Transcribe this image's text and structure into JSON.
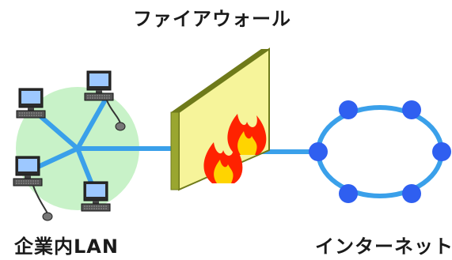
{
  "labels": {
    "firewall": "ファイアウォール",
    "lan": "企業内LAN",
    "internet": "インターネット"
  },
  "colors": {
    "lan_zone": "#c8f2c8",
    "link": "#3aa0ea",
    "node": "#2f5ff0",
    "wall_face": "#f6f49a",
    "wall_side": "#9aa630",
    "wall_edge": "#6f7a1a",
    "flame_outer": "#ff2200",
    "flame_inner": "#ffd400",
    "screen": "#9dc8ff",
    "computer_body": "#555555"
  },
  "icons": [
    "desktop-computer-icon",
    "fire-icon",
    "network-node-icon"
  ]
}
